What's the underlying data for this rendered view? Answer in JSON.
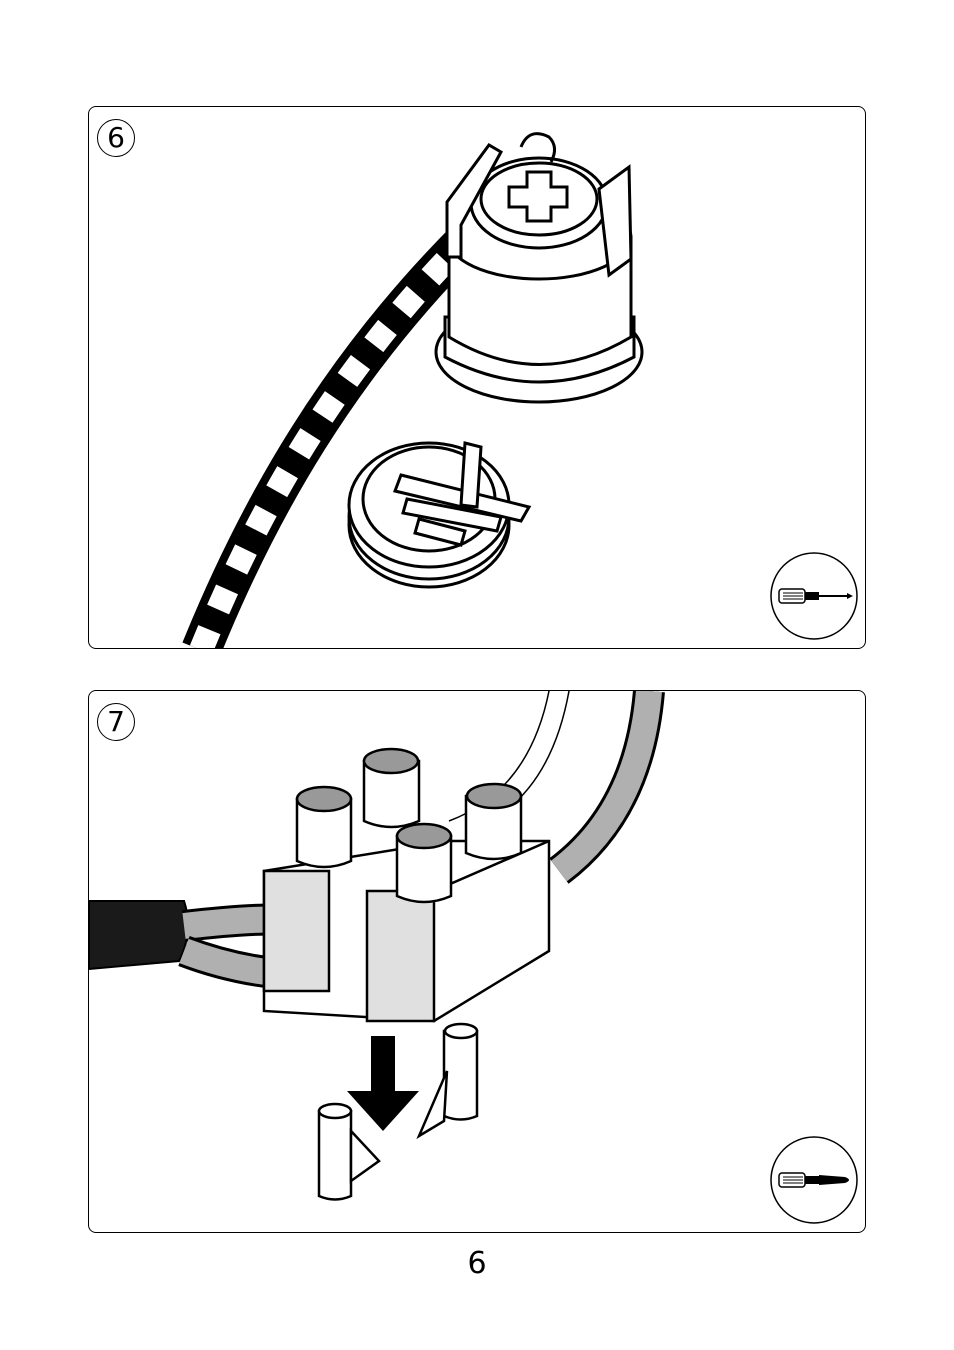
{
  "steps": [
    {
      "number": "6",
      "tool_icon": "screwdriver-icon"
    },
    {
      "number": "7",
      "tool_icon": "screwdriver-icon"
    }
  ],
  "page_number": "6"
}
